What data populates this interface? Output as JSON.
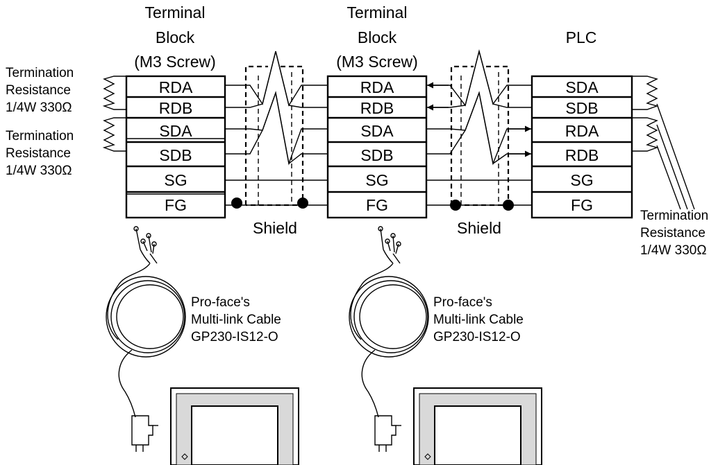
{
  "headers": {
    "block1": [
      "Terminal",
      "Block",
      "(M3 Screw)"
    ],
    "block2": [
      "Terminal",
      "Block",
      "(M3 Screw)"
    ],
    "plc": "PLC"
  },
  "block1_pins": [
    "RDA",
    "RDB",
    "SDA",
    "SDB",
    "SG",
    "FG"
  ],
  "block2_pins": [
    "RDA",
    "RDB",
    "SDA",
    "SDB",
    "SG",
    "FG"
  ],
  "plc_pins": [
    "SDA",
    "SDB",
    "RDA",
    "RDB",
    "SG",
    "FG"
  ],
  "termination_labels": {
    "left_top": [
      "Termination",
      "Resistance",
      "1/4W 330Ω"
    ],
    "left_bottom": [
      "Termination",
      "Resistance",
      "1/4W 330Ω"
    ],
    "right": [
      "Termination",
      "Resistance",
      "1/4W 330Ω"
    ]
  },
  "shield_labels": [
    "Shield",
    "Shield"
  ],
  "cable_labels": {
    "left": [
      "Pro-face's",
      "Multi-link Cable",
      "GP230-IS12-O"
    ],
    "right": [
      "Pro-face's",
      "Multi-link Cable",
      "GP230-IS12-O"
    ]
  },
  "icons": {
    "resistor": "resistor-icon",
    "twisted_pair": "twisted-pair-icon",
    "cable": "cable-coil-icon",
    "connector": "connector-plug-icon",
    "display": "gp-display-icon"
  }
}
